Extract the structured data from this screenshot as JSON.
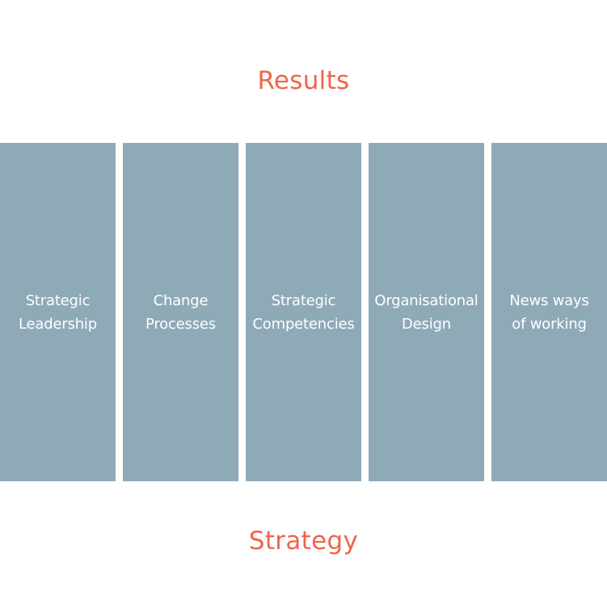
{
  "top_label": "Results",
  "bottom_label": "Strategy",
  "pillars": [
    {
      "label": "Strategic\nLeadership"
    },
    {
      "label": "Change\nProcesses"
    },
    {
      "label": "Strategic\nCompetencies"
    },
    {
      "label": "Organisational\nDesign"
    },
    {
      "label": "News ways\nof working"
    }
  ],
  "colors": {
    "accent": "#f0654a",
    "pillar": "#8eaab7",
    "pillar_text": "#ffffff"
  }
}
